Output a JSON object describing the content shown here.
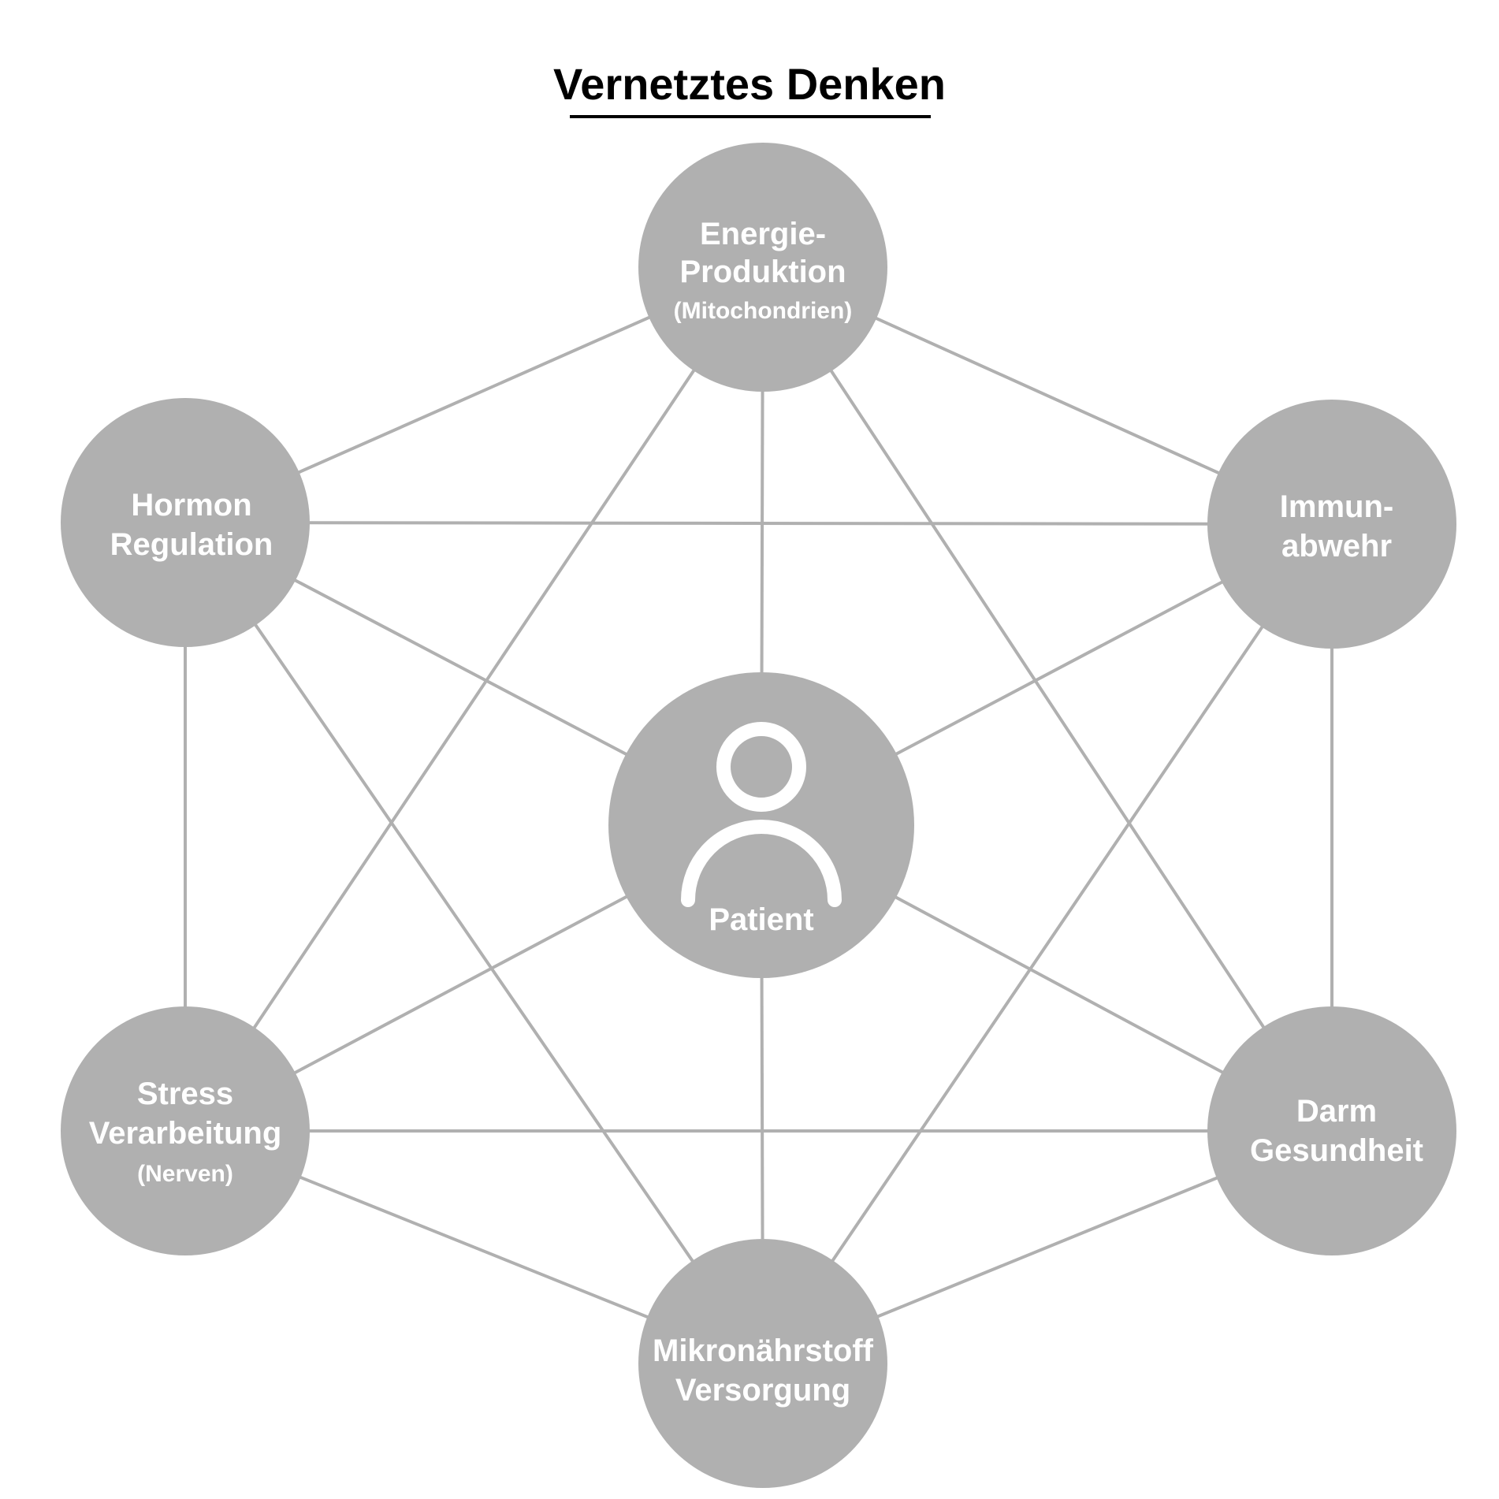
{
  "title": "Vernetztes Denken",
  "colors": {
    "node": "#b0b0b0",
    "edge": "#b0b0b0",
    "text_on_node": "#ffffff",
    "title": "#000000",
    "background": "#ffffff"
  },
  "center": {
    "label": "Patient",
    "icon": "person-icon"
  },
  "nodes": {
    "energie": {
      "lines": [
        "Energie-",
        "Produktion"
      ],
      "sub": "(Mitochondrien)"
    },
    "hormon": {
      "lines": [
        "Hormon",
        "Regulation"
      ],
      "sub": ""
    },
    "immun": {
      "lines": [
        "Immun-",
        "abwehr"
      ],
      "sub": ""
    },
    "stress": {
      "lines": [
        "Stress",
        "Verarbeitung"
      ],
      "sub": "(Nerven)"
    },
    "darm": {
      "lines": [
        "Darm",
        "Gesundheit"
      ],
      "sub": ""
    },
    "mikro": {
      "lines": [
        "Mikronährstoff",
        "Versorgung"
      ],
      "sub": ""
    }
  },
  "connections": [
    [
      "energie",
      "hormon"
    ],
    [
      "energie",
      "immun"
    ],
    [
      "energie",
      "stress"
    ],
    [
      "energie",
      "darm"
    ],
    [
      "energie",
      "center"
    ],
    [
      "hormon",
      "immun"
    ],
    [
      "hormon",
      "stress"
    ],
    [
      "hormon",
      "mikro"
    ],
    [
      "hormon",
      "center"
    ],
    [
      "immun",
      "darm"
    ],
    [
      "immun",
      "mikro"
    ],
    [
      "immun",
      "center"
    ],
    [
      "stress",
      "darm"
    ],
    [
      "stress",
      "mikro"
    ],
    [
      "stress",
      "center"
    ],
    [
      "darm",
      "mikro"
    ],
    [
      "darm",
      "center"
    ],
    [
      "mikro",
      "center"
    ]
  ]
}
